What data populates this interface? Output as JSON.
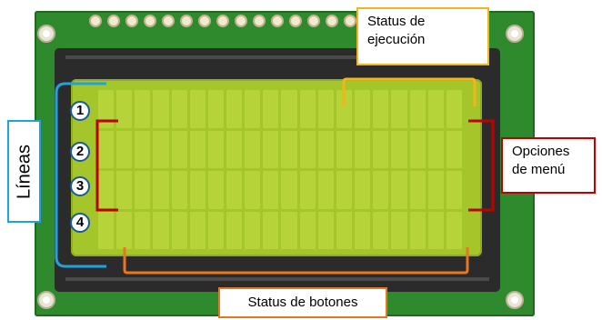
{
  "labels": {
    "status_ejecucion_line1": "Status de",
    "status_ejecucion_line2": "ejecución",
    "opciones_line1": "Opciones",
    "opciones_line2": "de menú",
    "lineas": "Líneas",
    "status_botones": "Status de botones"
  },
  "line_numbers": [
    "1",
    "2",
    "3",
    "4"
  ],
  "colors": {
    "status_ejecucion": "#f2b51a",
    "opciones_menu": "#c00000",
    "lineas": "#1fa3dc",
    "status_botones": "#e87722",
    "pcb": "#2e8a2c",
    "lcd": "#a5c62a"
  }
}
